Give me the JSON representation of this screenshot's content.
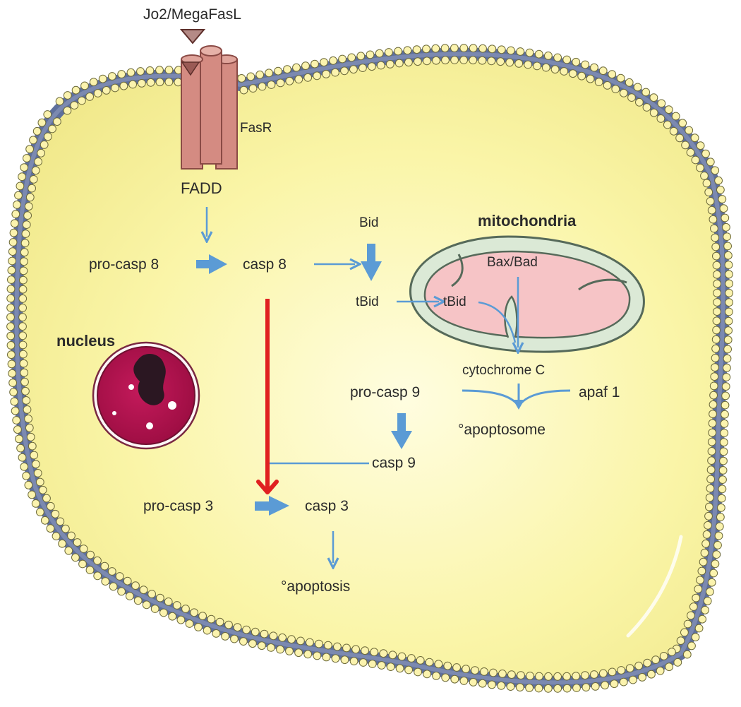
{
  "colors": {
    "cytoplasm": "#f8f3a3",
    "membrane_head": "#fbf3ae",
    "membrane_core": "#5e6f9c",
    "receptor": "#d48b82",
    "ligand": "#9a5a55",
    "mito_outer": "#ddeedd",
    "mito_inner": "#f7c6c6",
    "nucleus": "#b5134e",
    "arrow_blue": "#5b9bd5",
    "arrow_red": "#e02020"
  },
  "icons": {
    "ligand": "triangle-icon",
    "receptor": "fas-receptor-icon",
    "mitochondria": "mitochondrion-icon",
    "nucleus": "nucleus-icon"
  },
  "labels": {
    "ligand": "Jo2/MegaFasL",
    "receptor": "FasR",
    "adaptor": "FADD",
    "pro_casp8": "pro-casp 8",
    "casp8": "casp 8",
    "bid": "Bid",
    "tbid_cyto": "tBid",
    "mitochondria": "mitochondria",
    "bax_bad": "Bax/Bad",
    "tbid_mito": "tBid",
    "nucleus": "nucleus",
    "cytochrome_c": "cytochrome C",
    "pro_casp9": "pro-casp 9",
    "apaf1": "apaf 1",
    "apoptosome": "°apoptosome",
    "casp9": "casp 9",
    "pro_casp3": "pro-casp 3",
    "casp3": "casp 3",
    "apoptosis": "°apoptosis"
  }
}
